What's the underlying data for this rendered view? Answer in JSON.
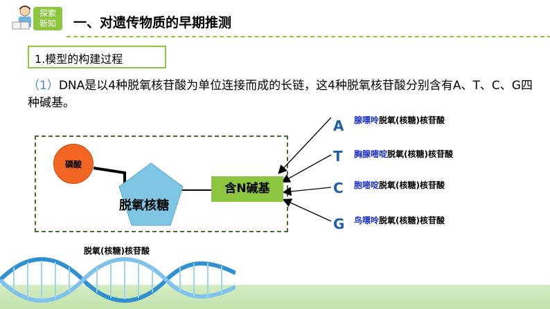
{
  "header": {
    "badge_line1": "探索",
    "badge_line2": "新知",
    "title": "一、对遗传物质的早期推测"
  },
  "subheading": "1.模型的构建过程",
  "paragraph": {
    "number": "（1）",
    "text": "DNA是以4种脱氧核苷酸为单位连接而成的长链，这4种脱氧核苷酸分别含有A、T、C、G四种碱基。"
  },
  "diagram": {
    "phosphate": "磷酸",
    "sugar": "脱氧核糖",
    "base": "含N碱基",
    "caption": "脱氧(核糖)核苷酸",
    "bases": [
      {
        "letter": "A",
        "highlight": "腺嘌呤",
        "rest": "脱氧(核糖)核苷酸"
      },
      {
        "letter": "T",
        "highlight": "胸腺嘧啶",
        "rest": "脱氧(核糖)核苷酸"
      },
      {
        "letter": "C",
        "highlight": "胞嘧啶",
        "rest": "脱氧(核糖)核苷酸"
      },
      {
        "letter": "G",
        "highlight": "鸟嘌呤",
        "rest": "脱氧(核糖)核苷酸"
      }
    ]
  },
  "colors": {
    "accent_green": "#8cc63f",
    "phosphate_orange": "#f26522",
    "sugar_blue": "#7fc6e4",
    "letter_blue": "#1f5fa8",
    "highlight_blue": "#1b2fd1"
  }
}
